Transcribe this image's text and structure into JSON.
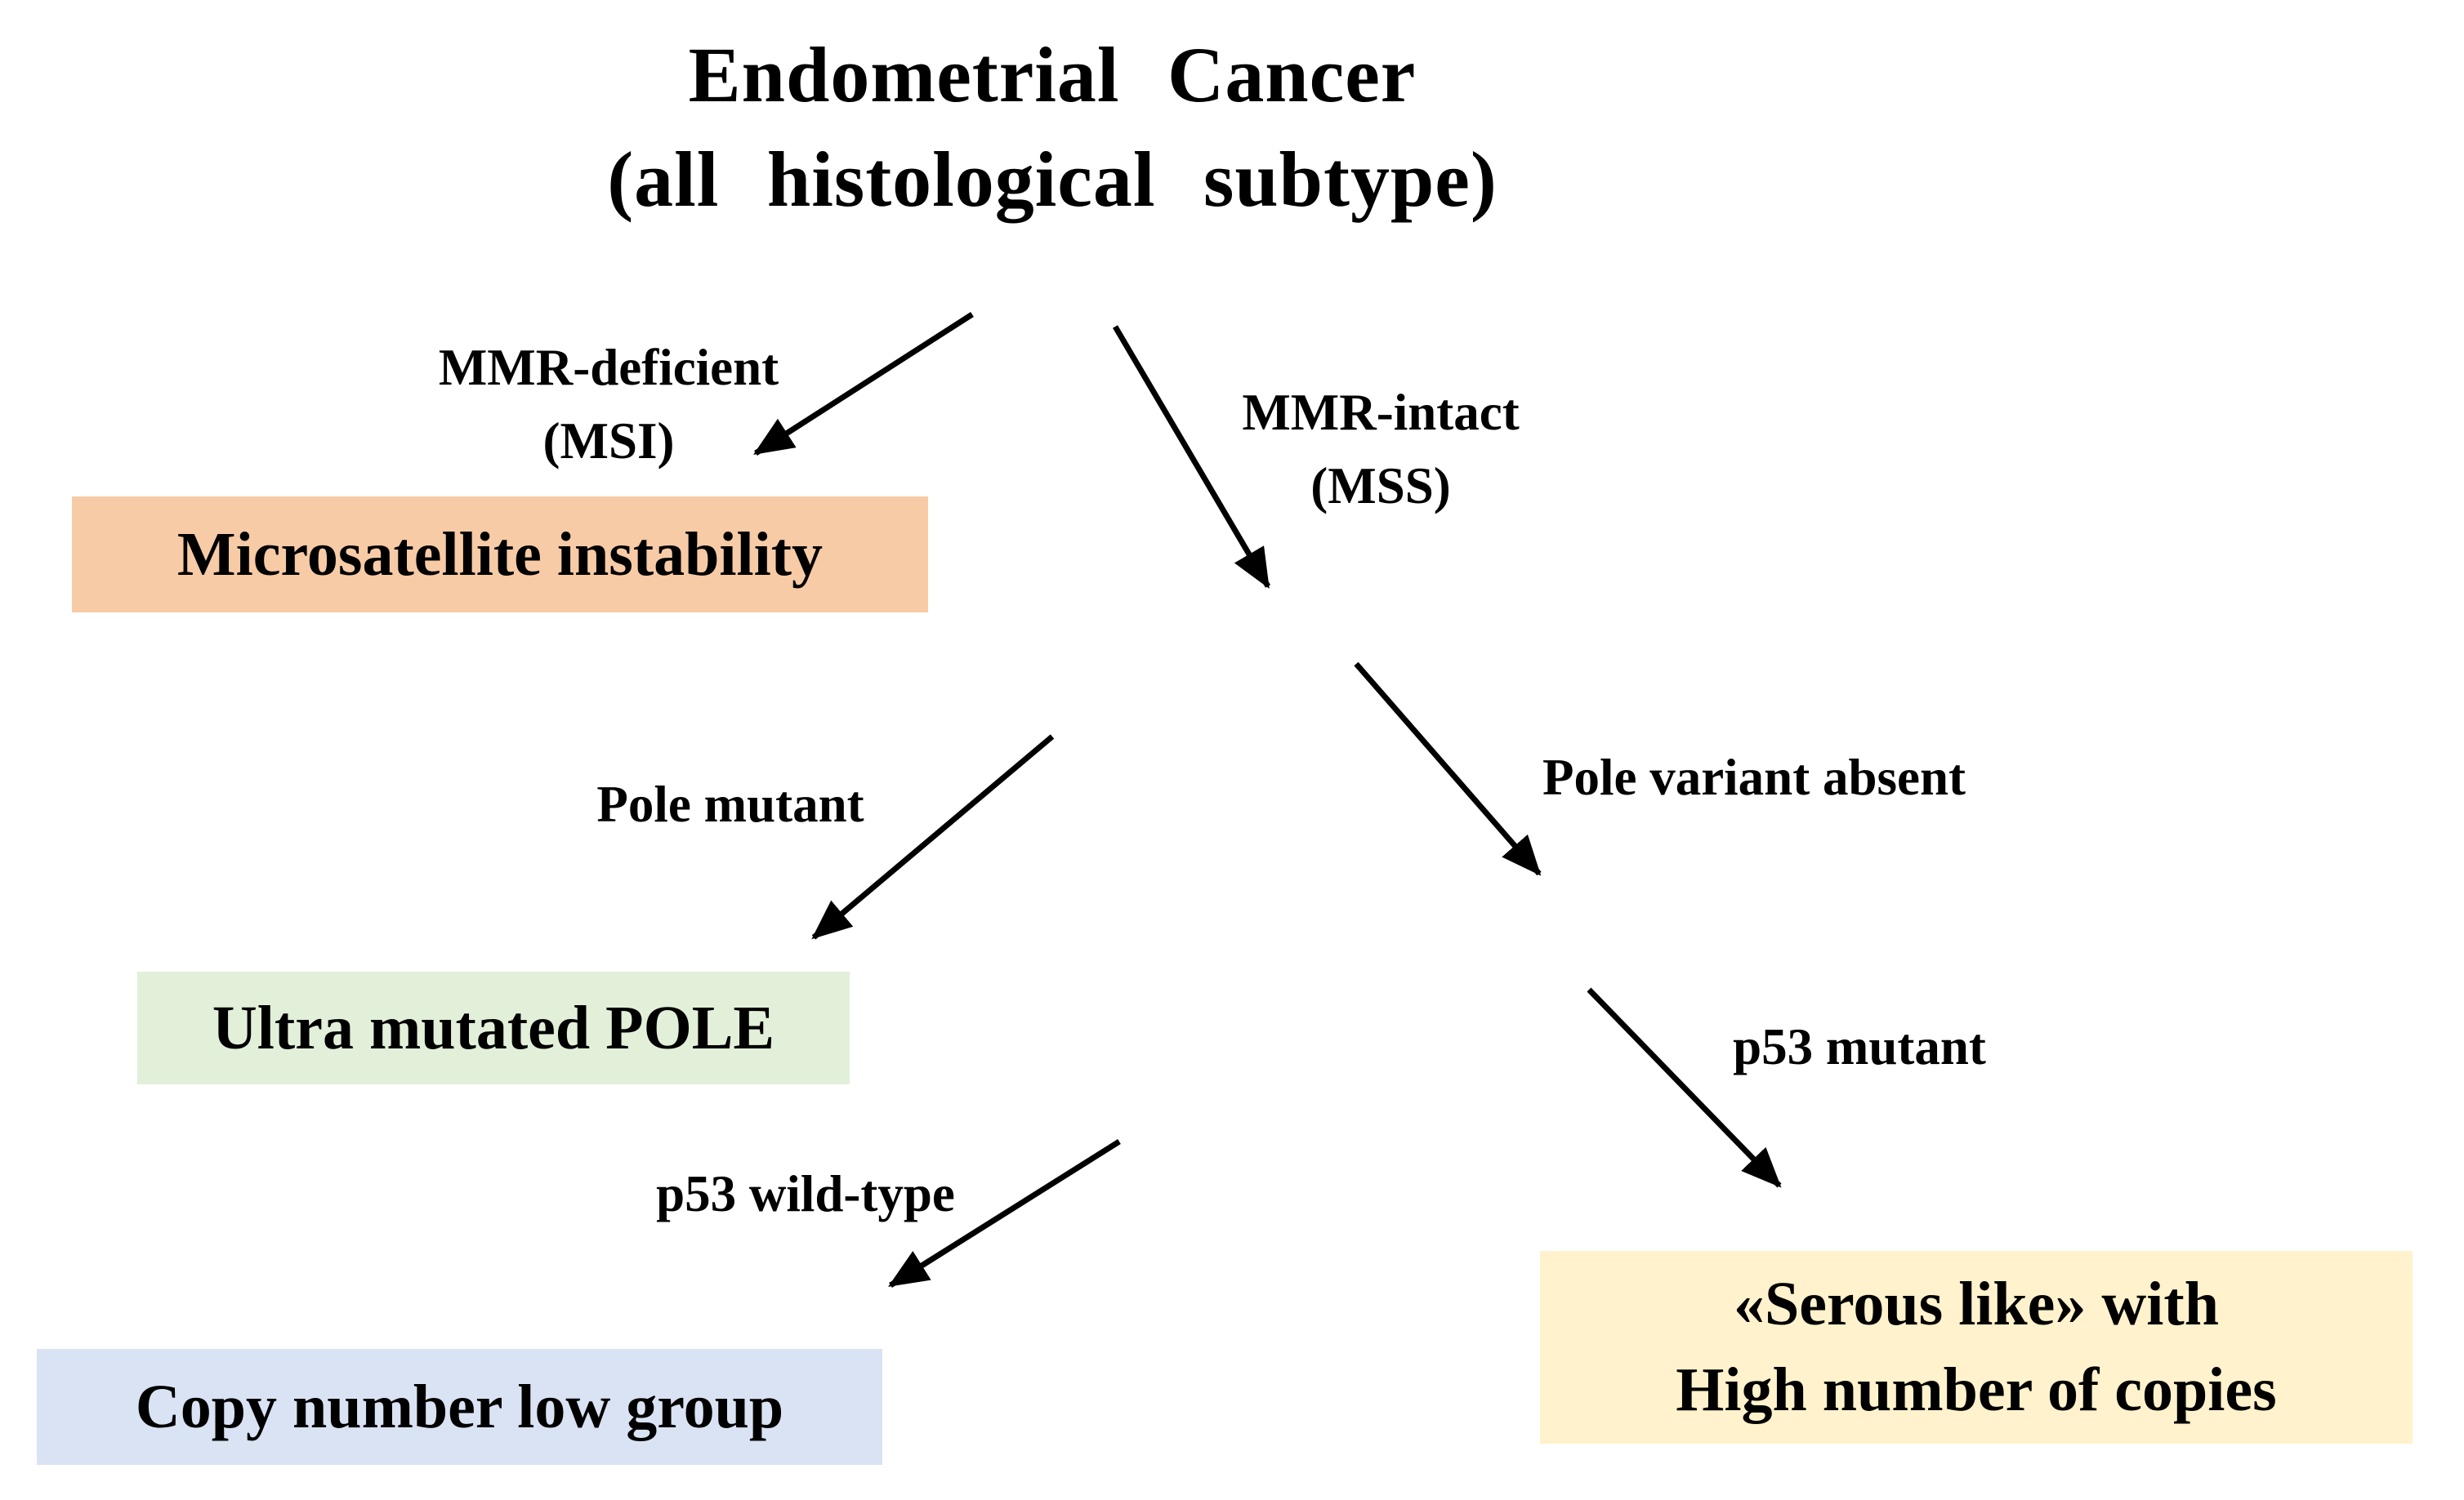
{
  "title": {
    "line1": "Endometrial Cancer",
    "line2": "(all histological subtype)"
  },
  "edges": {
    "mmr_deficient": {
      "line1": "MMR-deficient",
      "line2": "(MSI)"
    },
    "mmr_intact": {
      "line1": "MMR-intact",
      "line2": "(MSS)"
    },
    "pole_mutant": {
      "label": "Pole mutant"
    },
    "pole_variant_absent": {
      "label": "Pole variant absent"
    },
    "p53_wild_type": {
      "label": "p53 wild-type"
    },
    "p53_mutant": {
      "label": "p53 mutant"
    }
  },
  "nodes": {
    "msi": {
      "label": "Microsatellite instability",
      "color": "#F7CBA6"
    },
    "pole": {
      "label": "Ultra mutated POLE",
      "color": "#E2F0D9"
    },
    "cnl": {
      "label": "Copy number low group",
      "color": "#DAE3F3"
    },
    "serous": {
      "line1": "«Serous like» with",
      "line2": "High number of copies",
      "color": "#FFF2CC"
    }
  },
  "style": {
    "arrow_color": "#000000",
    "text_color": "#000000",
    "background": "#FFFFFF"
  }
}
